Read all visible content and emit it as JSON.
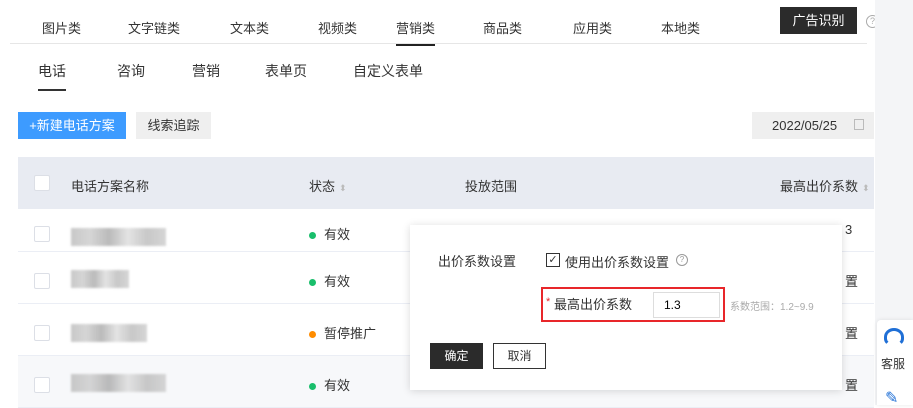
{
  "top_tabs": [
    "图片类",
    "文字链类",
    "文本类",
    "视频类",
    "营销类",
    "商品类",
    "应用类",
    "本地类"
  ],
  "top_active": "营销类",
  "ad_button": "广告识别",
  "help_icon": "?",
  "sub_tabs": [
    "电话",
    "咨询",
    "营销",
    "表单页",
    "自定义表单"
  ],
  "sub_active": "电话",
  "toolbar": {
    "new_label": "+新建电话方案",
    "track_label": "线索追踪",
    "date": "2022/05/25",
    "calendar_icon": "calendar-icon"
  },
  "table": {
    "headers": [
      "电话方案名称",
      "状态",
      "投放范围",
      "最高出价系数"
    ],
    "rows": [
      {
        "status": "有效",
        "status_color": "#19be6b",
        "last": "3"
      },
      {
        "status": "有效",
        "status_color": "#19be6b",
        "last": "置"
      },
      {
        "status": "暂停推广",
        "status_color": "#ff8c00",
        "last": "置"
      },
      {
        "status": "有效",
        "status_color": "#19be6b",
        "last": "置"
      }
    ]
  },
  "popover": {
    "label": "出价系数设置",
    "checkbox_label": "使用出价系数设置",
    "checked": true,
    "max_label": "最高出价系数",
    "required_mark": "*",
    "value": "1.3",
    "range": "系数范围：1.2~9.9",
    "ok": "确定",
    "cancel": "取消",
    "highlight_color": "#e8262a"
  },
  "side": {
    "service_label": "客服"
  }
}
